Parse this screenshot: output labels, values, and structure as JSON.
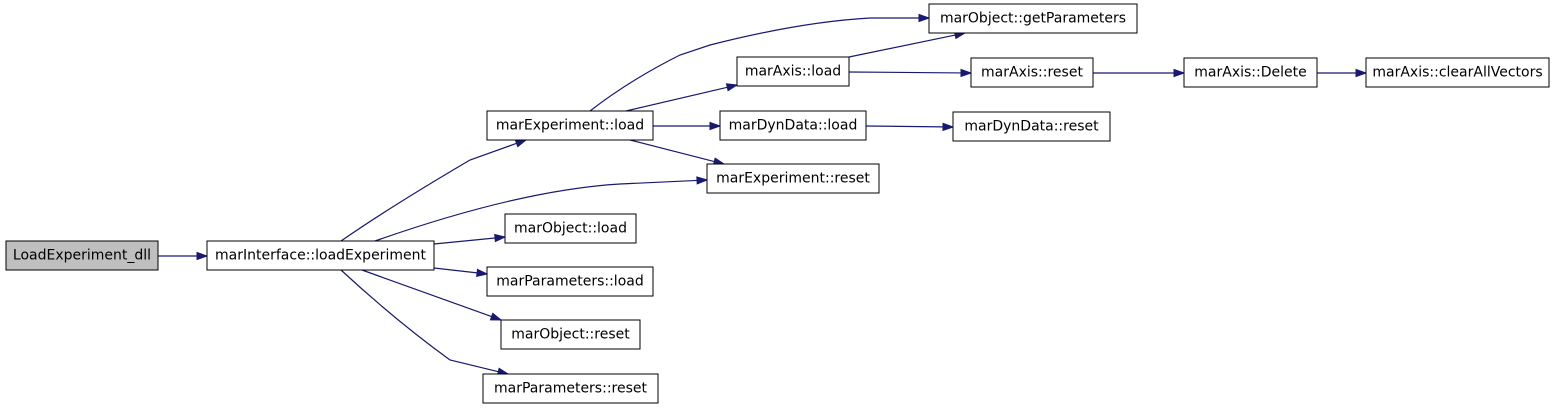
{
  "colors": {
    "edge": "#191970",
    "node_fill": "#ffffff",
    "root_fill": "#bfbfbf",
    "border": "#000000"
  },
  "nodes": {
    "n0": "LoadExperiment_dll",
    "n1": "marInterface::loadExperiment",
    "n2": "marExperiment::load",
    "n3": "marExperiment::reset",
    "n4": "marObject::load",
    "n5": "marParameters::load",
    "n6": "marObject::reset",
    "n7": "marParameters::reset",
    "n8": "marObject::getParameters",
    "n9": "marAxis::load",
    "n10": "marDynData::load",
    "n11": "marAxis::reset",
    "n12": "marDynData::reset",
    "n13": "marAxis::Delete",
    "n14": "marAxis::clearAllVectors"
  },
  "edges": [
    [
      "n0",
      "n1"
    ],
    [
      "n1",
      "n2"
    ],
    [
      "n1",
      "n3"
    ],
    [
      "n1",
      "n4"
    ],
    [
      "n1",
      "n5"
    ],
    [
      "n1",
      "n6"
    ],
    [
      "n1",
      "n7"
    ],
    [
      "n2",
      "n8"
    ],
    [
      "n2",
      "n9"
    ],
    [
      "n2",
      "n10"
    ],
    [
      "n2",
      "n3"
    ],
    [
      "n9",
      "n8"
    ],
    [
      "n9",
      "n11"
    ],
    [
      "n11",
      "n13"
    ],
    [
      "n13",
      "n14"
    ],
    [
      "n10",
      "n12"
    ]
  ]
}
